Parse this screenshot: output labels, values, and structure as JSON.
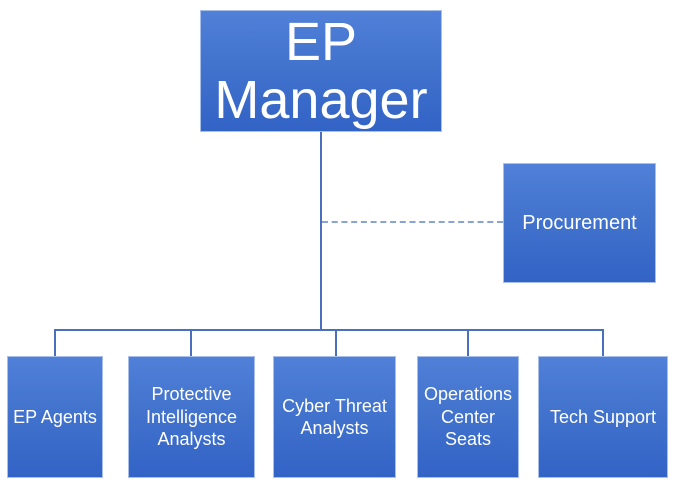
{
  "diagram": {
    "type": "org-chart",
    "root": {
      "label": "EP Manager"
    },
    "staff": {
      "label": "Procurement",
      "connector_style": "dashed"
    },
    "children": [
      {
        "label": "EP Agents"
      },
      {
        "label": "Protective Intelligence Analysts"
      },
      {
        "label": "Cyber Threat Analysts"
      },
      {
        "label": "Operations Center Seats"
      },
      {
        "label": "Tech Support"
      }
    ],
    "colors": {
      "box_fill_top": "#5080d8",
      "box_fill_bottom": "#3263c6",
      "box_border": "#a7bfe9",
      "connector": "#4a6fbe",
      "dashed_connector": "#8aa3d6",
      "text": "#ffffff",
      "background": "#ffffff"
    }
  }
}
